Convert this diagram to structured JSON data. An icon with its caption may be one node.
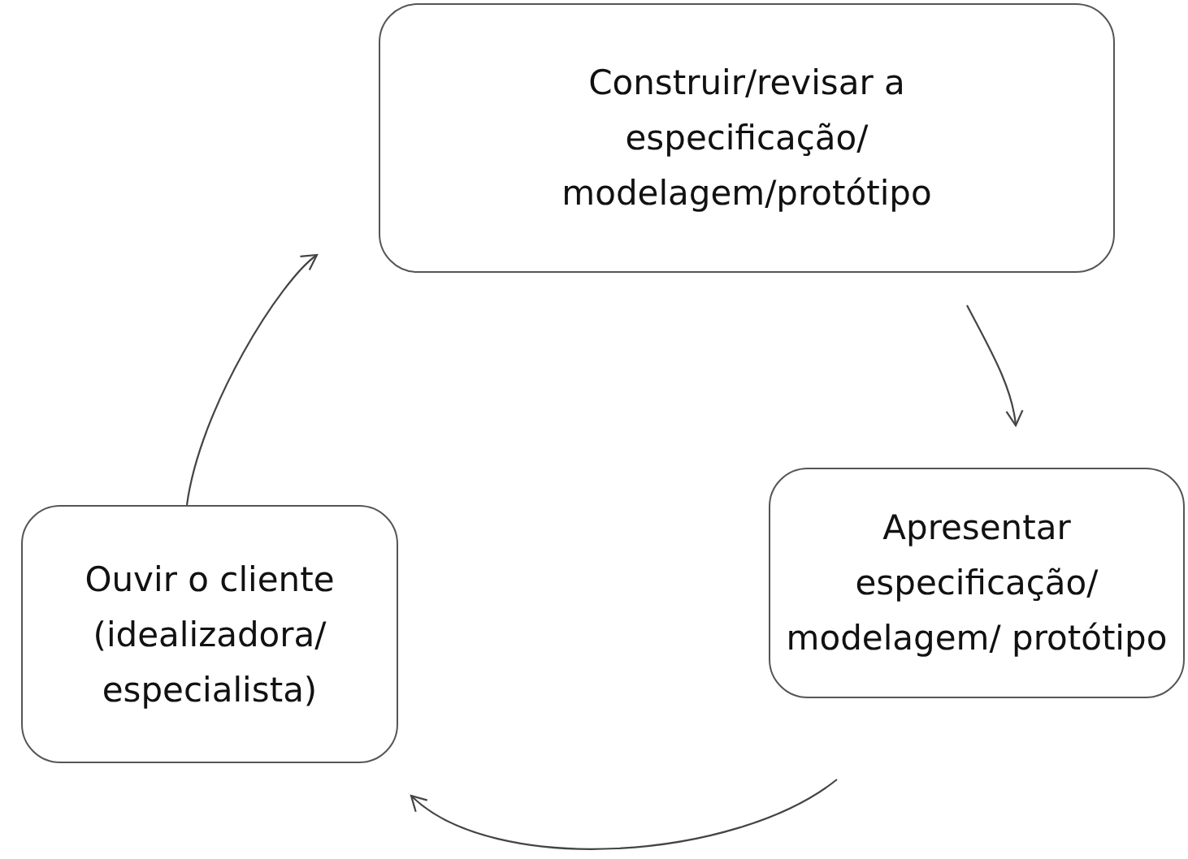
{
  "diagram": {
    "nodes": [
      {
        "text": [
          "Construir/revisar a especificação/ modelagem/protótipo"
        ]
      },
      {
        "text": [
          "Apresentar especificação/ modelagem/ protótipo"
        ]
      },
      {
        "text": [
          "Ouvir o cliente (idealizadora/ especialista)"
        ]
      }
    ],
    "edges": [
      {
        "from": 2,
        "to": 0,
        "arrow": "to"
      },
      {
        "from": 0,
        "to": 1,
        "arrow": "to"
      },
      {
        "from": 1,
        "to": 2,
        "arrow": "to"
      }
    ]
  }
}
